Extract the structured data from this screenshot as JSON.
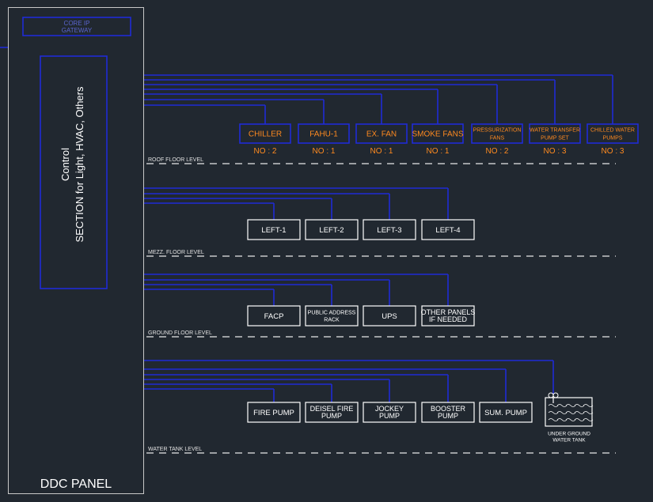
{
  "panel": {
    "label": "DDC PANEL",
    "gateway": [
      "CORE IP",
      "GATEWAY"
    ],
    "section": [
      "Control",
      "SECTION for Light, HVAC, Others"
    ]
  },
  "levels": [
    "ROOF FLOOR LEVEL",
    "MEZZ. FLOOR LEVEL",
    "GROUND FLOOR LEVEL",
    "WATER TANK LEVEL"
  ],
  "roof": {
    "equipment": [
      {
        "name": [
          "CHILLER"
        ],
        "qty": "NO : 2"
      },
      {
        "name": [
          "FAHU-1"
        ],
        "qty": "NO : 1"
      },
      {
        "name": [
          "EX. FAN"
        ],
        "qty": "NO : 1"
      },
      {
        "name": [
          "SMOKE FANS"
        ],
        "qty": "NO : 1"
      },
      {
        "name": [
          "PRESSURIZATION",
          "FANS"
        ],
        "qty": "NO : 2"
      },
      {
        "name": [
          "WATER TRANSFER",
          "PUMP SET"
        ],
        "qty": "NO : 3"
      },
      {
        "name": [
          "CHILLED WATER",
          "PUMPS"
        ],
        "qty": "NO : 3"
      }
    ]
  },
  "mezz": {
    "items": [
      [
        "LEFT-1"
      ],
      [
        "LEFT-2"
      ],
      [
        "LEFT-3"
      ],
      [
        "LEFT-4"
      ]
    ]
  },
  "ground": {
    "items": [
      [
        "FACP"
      ],
      [
        "PUBLIC ADDRESS",
        "RACK"
      ],
      [
        "UPS"
      ],
      [
        "OTHER PANELS",
        "IF NEEDED"
      ]
    ]
  },
  "water": {
    "items": [
      [
        "FIRE PUMP"
      ],
      [
        "DEISEL FIRE",
        "PUMP"
      ],
      [
        "JOCKEY",
        "PUMP"
      ],
      [
        "BOOSTER",
        "PUMP"
      ],
      [
        "SUM. PUMP"
      ]
    ],
    "tank_label": [
      "UNDER GROUND",
      "WATER TANK"
    ]
  },
  "colors": {
    "background": "#212830",
    "wire": "#1f2bd6",
    "frame": "#c8c8c8",
    "equipment": "#ff8a1f",
    "box": "#ffffff",
    "gateway": "#4a55c8"
  }
}
